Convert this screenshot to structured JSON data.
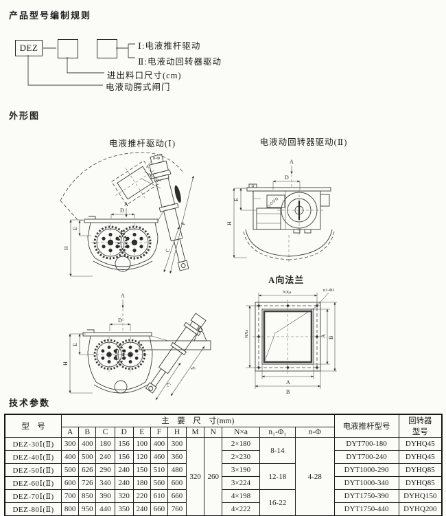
{
  "colors": {
    "paper": "#fbfbf8",
    "ink": "#1c1c1c"
  },
  "titles": {
    "rules": "产品型号编制规则",
    "outline": "外形图",
    "params": "技术参数"
  },
  "model_code": {
    "prefix": "DEZ",
    "roman1": "Ⅰ:电液推杆驱动",
    "roman2": "Ⅱ:电液动回转器驱动",
    "port_size": "进出料口尺寸(cm)",
    "product_name": "电液动腭式闸门"
  },
  "drawings": {
    "pushrod_title": "电液推杆驱动(Ⅰ)",
    "rotator_title": "电液动回转器驱动(Ⅱ)",
    "flange_title": "A向法兰",
    "labels": {
      "A": "A",
      "B": "B",
      "C": "C",
      "D": "D",
      "E": "E",
      "F": "F",
      "H": "H",
      "n_phi": "n-Φ",
      "nxa": "NXa",
      "n1_phi1": "n1-Φ1"
    }
  },
  "table": {
    "col_model": "型　号",
    "col_main_dims": "主　要　尺　寸(mm)",
    "col_pushrod": "电液推杆型号",
    "col_rotator_line1": "回转器",
    "col_rotator_line2": "型号",
    "dim_cols": [
      "A",
      "B",
      "C",
      "D",
      "E",
      "F",
      "H",
      "M",
      "N",
      "N×a",
      "n₁-Φ₁",
      "n-Φ"
    ],
    "m_value": "320",
    "n_value": "260",
    "n_phi_value": "4-28",
    "n1_phi1_values": [
      "8-14",
      "12-18",
      "16-22"
    ],
    "rows": [
      {
        "model": "DEZ-30Ⅰ(Ⅱ)",
        "a": "300",
        "b": "400",
        "c": "180",
        "d": "156",
        "e": "100",
        "f": "400",
        "h": "300",
        "nxa": "2×180",
        "pushrod": "DYT700-180",
        "rotator": "DYHQ45"
      },
      {
        "model": "DEZ-40Ⅰ(Ⅱ)",
        "a": "400",
        "b": "500",
        "c": "240",
        "d": "156",
        "e": "120",
        "f": "460",
        "h": "360",
        "nxa": "2×230",
        "pushrod": "DYT700-240",
        "rotator": "DYHQ45"
      },
      {
        "model": "DEZ-50Ⅰ(Ⅱ)",
        "a": "500",
        "b": "626",
        "c": "290",
        "d": "240",
        "e": "150",
        "f": "510",
        "h": "480",
        "nxa": "3×190",
        "pushrod": "DYT1000-290",
        "rotator": "DYHQ85"
      },
      {
        "model": "DEZ-60Ⅰ(Ⅱ)",
        "a": "600",
        "b": "726",
        "c": "340",
        "d": "240",
        "e": "180",
        "f": "560",
        "h": "600",
        "nxa": "3×224",
        "pushrod": "DYT1000-340",
        "rotator": "DYHQ85"
      },
      {
        "model": "DEZ-70Ⅰ(Ⅱ)",
        "a": "700",
        "b": "850",
        "c": "390",
        "d": "320",
        "e": "220",
        "f": "610",
        "h": "660",
        "nxa": "4×198",
        "pushrod": "DYT1750-390",
        "rotator": "DYHQ150"
      },
      {
        "model": "DEZ-80Ⅰ(Ⅱ)",
        "a": "800",
        "b": "950",
        "c": "440",
        "d": "350",
        "e": "240",
        "f": "660",
        "h": "760",
        "nxa": "4×222",
        "pushrod": "DYT1750-440",
        "rotator": "DYHQ200"
      }
    ]
  }
}
